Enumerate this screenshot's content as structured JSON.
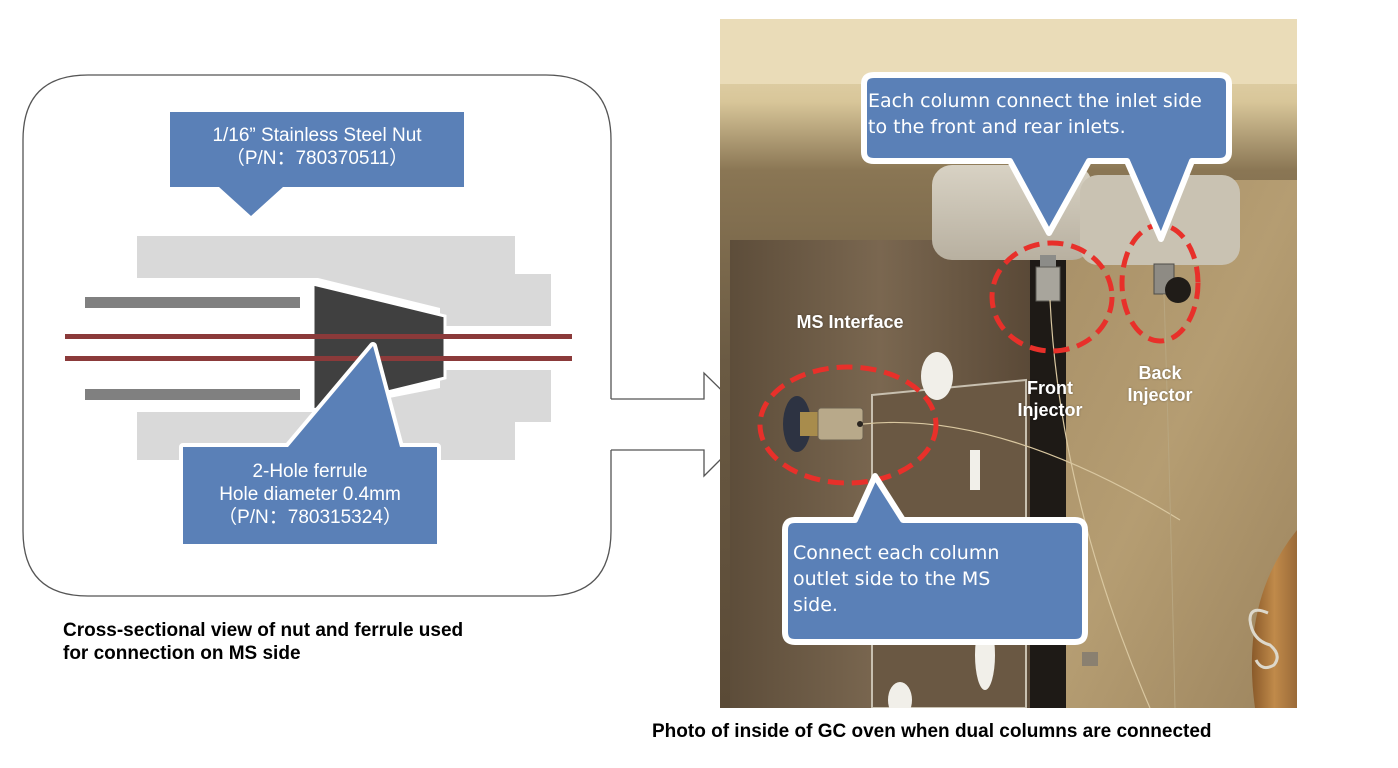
{
  "colors": {
    "callout_fill": "#5a80b7",
    "nut_gray": "#d9d9d9",
    "ferrule_dark": "#404040",
    "column_red": "#8b3a3a",
    "tube_gray": "#808080",
    "highlight_red": "#e8302a",
    "outline": "#555555"
  },
  "left_panel": {
    "nut_callout": {
      "line1": "1/16” Stainless Steel Nut",
      "line2": "（P/N：780370511）"
    },
    "ferrule_callout": {
      "line1": "2-Hole ferrule",
      "line2": "Hole diameter 0.4mm",
      "line3": "（P/N：780315324）"
    },
    "caption": {
      "line1": "Cross-sectional view of nut and ferrule used",
      "line2": "for connection on MS side"
    }
  },
  "right_panel": {
    "top_callout": {
      "line1": "Each column connect the inlet side",
      "line2": "to the front and rear inlets."
    },
    "bottom_callout": {
      "line1": "Connect each column",
      "line2": "outlet side to the MS",
      "line3": "side."
    },
    "labels": {
      "ms_interface": "MS Interface",
      "front_injector_1": "Front",
      "front_injector_2": "Injector",
      "back_injector_1": "Back",
      "back_injector_2": "Injector"
    },
    "caption": "Photo of inside of GC oven when dual columns are connected"
  }
}
